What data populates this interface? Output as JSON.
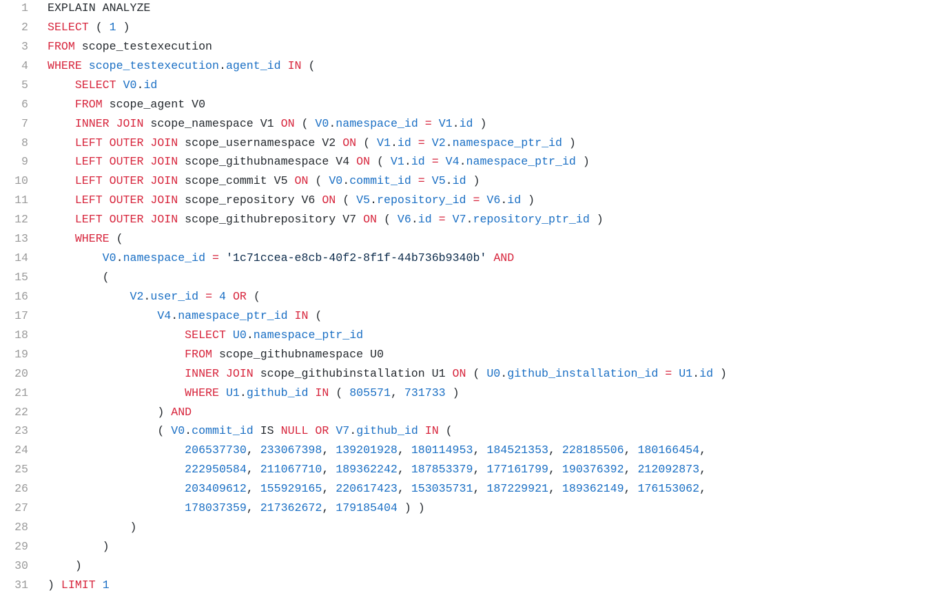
{
  "editor": {
    "lines": [
      {
        "num": "1",
        "tokens": [
          [
            "pl",
            "EXPLAIN ANALYZE"
          ]
        ]
      },
      {
        "num": "2",
        "tokens": [
          [
            "kw",
            "SELECT"
          ],
          [
            "pl",
            " ( "
          ],
          [
            "num",
            "1"
          ],
          [
            "pl",
            " )"
          ]
        ]
      },
      {
        "num": "3",
        "tokens": [
          [
            "kw",
            "FROM"
          ],
          [
            "pl",
            " scope_testexecution"
          ]
        ]
      },
      {
        "num": "4",
        "tokens": [
          [
            "kw",
            "WHERE"
          ],
          [
            "pl",
            " "
          ],
          [
            "id",
            "scope_testexecution"
          ],
          [
            "pl",
            "."
          ],
          [
            "id",
            "agent_id"
          ],
          [
            "pl",
            " "
          ],
          [
            "kw",
            "IN"
          ],
          [
            "pl",
            " ("
          ]
        ]
      },
      {
        "num": "5",
        "tokens": [
          [
            "pl",
            "    "
          ],
          [
            "kw",
            "SELECT"
          ],
          [
            "pl",
            " "
          ],
          [
            "id",
            "V0"
          ],
          [
            "pl",
            "."
          ],
          [
            "id",
            "id"
          ]
        ]
      },
      {
        "num": "6",
        "tokens": [
          [
            "pl",
            "    "
          ],
          [
            "kw",
            "FROM"
          ],
          [
            "pl",
            " scope_agent V0"
          ]
        ]
      },
      {
        "num": "7",
        "tokens": [
          [
            "pl",
            "    "
          ],
          [
            "kw",
            "INNER JOIN"
          ],
          [
            "pl",
            " scope_namespace V1 "
          ],
          [
            "kw",
            "ON"
          ],
          [
            "pl",
            " ( "
          ],
          [
            "id",
            "V0"
          ],
          [
            "pl",
            "."
          ],
          [
            "id",
            "namespace_id"
          ],
          [
            "pl",
            " "
          ],
          [
            "kw",
            "="
          ],
          [
            "pl",
            " "
          ],
          [
            "id",
            "V1"
          ],
          [
            "pl",
            "."
          ],
          [
            "id",
            "id"
          ],
          [
            "pl",
            " )"
          ]
        ]
      },
      {
        "num": "8",
        "tokens": [
          [
            "pl",
            "    "
          ],
          [
            "kw",
            "LEFT OUTER JOIN"
          ],
          [
            "pl",
            " scope_usernamespace V2 "
          ],
          [
            "kw",
            "ON"
          ],
          [
            "pl",
            " ( "
          ],
          [
            "id",
            "V1"
          ],
          [
            "pl",
            "."
          ],
          [
            "id",
            "id"
          ],
          [
            "pl",
            " "
          ],
          [
            "kw",
            "="
          ],
          [
            "pl",
            " "
          ],
          [
            "id",
            "V2"
          ],
          [
            "pl",
            "."
          ],
          [
            "id",
            "namespace_ptr_id"
          ],
          [
            "pl",
            " )"
          ]
        ]
      },
      {
        "num": "9",
        "tokens": [
          [
            "pl",
            "    "
          ],
          [
            "kw",
            "LEFT OUTER JOIN"
          ],
          [
            "pl",
            " scope_githubnamespace V4 "
          ],
          [
            "kw",
            "ON"
          ],
          [
            "pl",
            " ( "
          ],
          [
            "id",
            "V1"
          ],
          [
            "pl",
            "."
          ],
          [
            "id",
            "id"
          ],
          [
            "pl",
            " "
          ],
          [
            "kw",
            "="
          ],
          [
            "pl",
            " "
          ],
          [
            "id",
            "V4"
          ],
          [
            "pl",
            "."
          ],
          [
            "id",
            "namespace_ptr_id"
          ],
          [
            "pl",
            " )"
          ]
        ]
      },
      {
        "num": "10",
        "tokens": [
          [
            "pl",
            "    "
          ],
          [
            "kw",
            "LEFT OUTER JOIN"
          ],
          [
            "pl",
            " scope_commit V5 "
          ],
          [
            "kw",
            "ON"
          ],
          [
            "pl",
            " ( "
          ],
          [
            "id",
            "V0"
          ],
          [
            "pl",
            "."
          ],
          [
            "id",
            "commit_id"
          ],
          [
            "pl",
            " "
          ],
          [
            "kw",
            "="
          ],
          [
            "pl",
            " "
          ],
          [
            "id",
            "V5"
          ],
          [
            "pl",
            "."
          ],
          [
            "id",
            "id"
          ],
          [
            "pl",
            " )"
          ]
        ]
      },
      {
        "num": "11",
        "tokens": [
          [
            "pl",
            "    "
          ],
          [
            "kw",
            "LEFT OUTER JOIN"
          ],
          [
            "pl",
            " scope_repository V6 "
          ],
          [
            "kw",
            "ON"
          ],
          [
            "pl",
            " ( "
          ],
          [
            "id",
            "V5"
          ],
          [
            "pl",
            "."
          ],
          [
            "id",
            "repository_id"
          ],
          [
            "pl",
            " "
          ],
          [
            "kw",
            "="
          ],
          [
            "pl",
            " "
          ],
          [
            "id",
            "V6"
          ],
          [
            "pl",
            "."
          ],
          [
            "id",
            "id"
          ],
          [
            "pl",
            " )"
          ]
        ]
      },
      {
        "num": "12",
        "tokens": [
          [
            "pl",
            "    "
          ],
          [
            "kw",
            "LEFT OUTER JOIN"
          ],
          [
            "pl",
            " scope_githubrepository V7 "
          ],
          [
            "kw",
            "ON"
          ],
          [
            "pl",
            " ( "
          ],
          [
            "id",
            "V6"
          ],
          [
            "pl",
            "."
          ],
          [
            "id",
            "id"
          ],
          [
            "pl",
            " "
          ],
          [
            "kw",
            "="
          ],
          [
            "pl",
            " "
          ],
          [
            "id",
            "V7"
          ],
          [
            "pl",
            "."
          ],
          [
            "id",
            "repository_ptr_id"
          ],
          [
            "pl",
            " )"
          ]
        ]
      },
      {
        "num": "13",
        "tokens": [
          [
            "pl",
            "    "
          ],
          [
            "kw",
            "WHERE"
          ],
          [
            "pl",
            " ("
          ]
        ]
      },
      {
        "num": "14",
        "tokens": [
          [
            "pl",
            "        "
          ],
          [
            "id",
            "V0"
          ],
          [
            "pl",
            "."
          ],
          [
            "id",
            "namespace_id"
          ],
          [
            "pl",
            " "
          ],
          [
            "kw",
            "="
          ],
          [
            "pl",
            " "
          ],
          [
            "str",
            "'1c71ccea-e8cb-40f2-8f1f-44b736b9340b'"
          ],
          [
            "pl",
            " "
          ],
          [
            "kw",
            "AND"
          ]
        ]
      },
      {
        "num": "15",
        "tokens": [
          [
            "pl",
            "        ("
          ]
        ]
      },
      {
        "num": "16",
        "tokens": [
          [
            "pl",
            "            "
          ],
          [
            "id",
            "V2"
          ],
          [
            "pl",
            "."
          ],
          [
            "id",
            "user_id"
          ],
          [
            "pl",
            " "
          ],
          [
            "kw",
            "="
          ],
          [
            "pl",
            " "
          ],
          [
            "num",
            "4"
          ],
          [
            "pl",
            " "
          ],
          [
            "kw",
            "OR"
          ],
          [
            "pl",
            " ("
          ]
        ]
      },
      {
        "num": "17",
        "tokens": [
          [
            "pl",
            "                "
          ],
          [
            "id",
            "V4"
          ],
          [
            "pl",
            "."
          ],
          [
            "id",
            "namespace_ptr_id"
          ],
          [
            "pl",
            " "
          ],
          [
            "kw",
            "IN"
          ],
          [
            "pl",
            " ("
          ]
        ]
      },
      {
        "num": "18",
        "tokens": [
          [
            "pl",
            "                    "
          ],
          [
            "kw",
            "SELECT"
          ],
          [
            "pl",
            " "
          ],
          [
            "id",
            "U0"
          ],
          [
            "pl",
            "."
          ],
          [
            "id",
            "namespace_ptr_id"
          ]
        ]
      },
      {
        "num": "19",
        "tokens": [
          [
            "pl",
            "                    "
          ],
          [
            "kw",
            "FROM"
          ],
          [
            "pl",
            " scope_githubnamespace U0"
          ]
        ]
      },
      {
        "num": "20",
        "tokens": [
          [
            "pl",
            "                    "
          ],
          [
            "kw",
            "INNER JOIN"
          ],
          [
            "pl",
            " scope_githubinstallation U1 "
          ],
          [
            "kw",
            "ON"
          ],
          [
            "pl",
            " ( "
          ],
          [
            "id",
            "U0"
          ],
          [
            "pl",
            "."
          ],
          [
            "id",
            "github_installation_id"
          ],
          [
            "pl",
            " "
          ],
          [
            "kw",
            "="
          ],
          [
            "pl",
            " "
          ],
          [
            "id",
            "U1"
          ],
          [
            "pl",
            "."
          ],
          [
            "id",
            "id"
          ],
          [
            "pl",
            " )"
          ]
        ]
      },
      {
        "num": "21",
        "tokens": [
          [
            "pl",
            "                    "
          ],
          [
            "kw",
            "WHERE"
          ],
          [
            "pl",
            " "
          ],
          [
            "id",
            "U1"
          ],
          [
            "pl",
            "."
          ],
          [
            "id",
            "github_id"
          ],
          [
            "pl",
            " "
          ],
          [
            "kw",
            "IN"
          ],
          [
            "pl",
            " ( "
          ],
          [
            "num",
            "805571"
          ],
          [
            "pl",
            ", "
          ],
          [
            "num",
            "731733"
          ],
          [
            "pl",
            " )"
          ]
        ]
      },
      {
        "num": "22",
        "tokens": [
          [
            "pl",
            "                ) "
          ],
          [
            "kw",
            "AND"
          ]
        ]
      },
      {
        "num": "23",
        "tokens": [
          [
            "pl",
            "                ( "
          ],
          [
            "id",
            "V0"
          ],
          [
            "pl",
            "."
          ],
          [
            "id",
            "commit_id"
          ],
          [
            "pl",
            " IS "
          ],
          [
            "kw",
            "NULL"
          ],
          [
            "pl",
            " "
          ],
          [
            "kw",
            "OR"
          ],
          [
            "pl",
            " "
          ],
          [
            "id",
            "V7"
          ],
          [
            "pl",
            "."
          ],
          [
            "id",
            "github_id"
          ],
          [
            "pl",
            " "
          ],
          [
            "kw",
            "IN"
          ],
          [
            "pl",
            " ("
          ]
        ]
      },
      {
        "num": "24",
        "tokens": [
          [
            "pl",
            "                    "
          ],
          [
            "num",
            "206537730"
          ],
          [
            "pl",
            ", "
          ],
          [
            "num",
            "233067398"
          ],
          [
            "pl",
            ", "
          ],
          [
            "num",
            "139201928"
          ],
          [
            "pl",
            ", "
          ],
          [
            "num",
            "180114953"
          ],
          [
            "pl",
            ", "
          ],
          [
            "num",
            "184521353"
          ],
          [
            "pl",
            ", "
          ],
          [
            "num",
            "228185506"
          ],
          [
            "pl",
            ", "
          ],
          [
            "num",
            "180166454"
          ],
          [
            "pl",
            ","
          ]
        ]
      },
      {
        "num": "25",
        "tokens": [
          [
            "pl",
            "                    "
          ],
          [
            "num",
            "222950584"
          ],
          [
            "pl",
            ", "
          ],
          [
            "num",
            "211067710"
          ],
          [
            "pl",
            ", "
          ],
          [
            "num",
            "189362242"
          ],
          [
            "pl",
            ", "
          ],
          [
            "num",
            "187853379"
          ],
          [
            "pl",
            ", "
          ],
          [
            "num",
            "177161799"
          ],
          [
            "pl",
            ", "
          ],
          [
            "num",
            "190376392"
          ],
          [
            "pl",
            ", "
          ],
          [
            "num",
            "212092873"
          ],
          [
            "pl",
            ","
          ]
        ]
      },
      {
        "num": "26",
        "tokens": [
          [
            "pl",
            "                    "
          ],
          [
            "num",
            "203409612"
          ],
          [
            "pl",
            ", "
          ],
          [
            "num",
            "155929165"
          ],
          [
            "pl",
            ", "
          ],
          [
            "num",
            "220617423"
          ],
          [
            "pl",
            ", "
          ],
          [
            "num",
            "153035731"
          ],
          [
            "pl",
            ", "
          ],
          [
            "num",
            "187229921"
          ],
          [
            "pl",
            ", "
          ],
          [
            "num",
            "189362149"
          ],
          [
            "pl",
            ", "
          ],
          [
            "num",
            "176153062"
          ],
          [
            "pl",
            ","
          ]
        ]
      },
      {
        "num": "27",
        "tokens": [
          [
            "pl",
            "                    "
          ],
          [
            "num",
            "178037359"
          ],
          [
            "pl",
            ", "
          ],
          [
            "num",
            "217362672"
          ],
          [
            "pl",
            ", "
          ],
          [
            "num",
            "179185404"
          ],
          [
            "pl",
            " ) )"
          ]
        ]
      },
      {
        "num": "28",
        "tokens": [
          [
            "pl",
            "            )"
          ]
        ]
      },
      {
        "num": "29",
        "tokens": [
          [
            "pl",
            "        )"
          ]
        ]
      },
      {
        "num": "30",
        "tokens": [
          [
            "pl",
            "    )"
          ]
        ]
      },
      {
        "num": "31",
        "tokens": [
          [
            "pl",
            ") "
          ],
          [
            "kw",
            "LIMIT"
          ],
          [
            "pl",
            " "
          ],
          [
            "num",
            "1"
          ]
        ]
      }
    ]
  },
  "colors": {
    "keyword": "#d7263d",
    "identifier": "#1a6fc4",
    "number": "#1a6fc4",
    "string": "#0b2a4a",
    "plain": "#24292e",
    "gutter": "#9a9a9a",
    "background": "#ffffff"
  }
}
